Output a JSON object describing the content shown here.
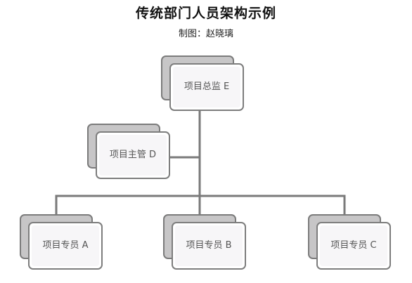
{
  "header": {
    "title": "传统部门人员架构示例",
    "subtitle": "制图：赵晓璃"
  },
  "nodes": {
    "director": {
      "label": "项目总监 E"
    },
    "manager": {
      "label": "项目主管 D"
    },
    "specialist_a": {
      "label": "项目专员 A"
    },
    "specialist_b": {
      "label": "项目专员 B"
    },
    "specialist_c": {
      "label": "项目专员 C"
    }
  },
  "style": {
    "line_color": "#7a7a7a",
    "shadow_fill": "#c7c6c7",
    "card_fill": "#f7f6f8",
    "border_color": "#7d7d7d"
  }
}
